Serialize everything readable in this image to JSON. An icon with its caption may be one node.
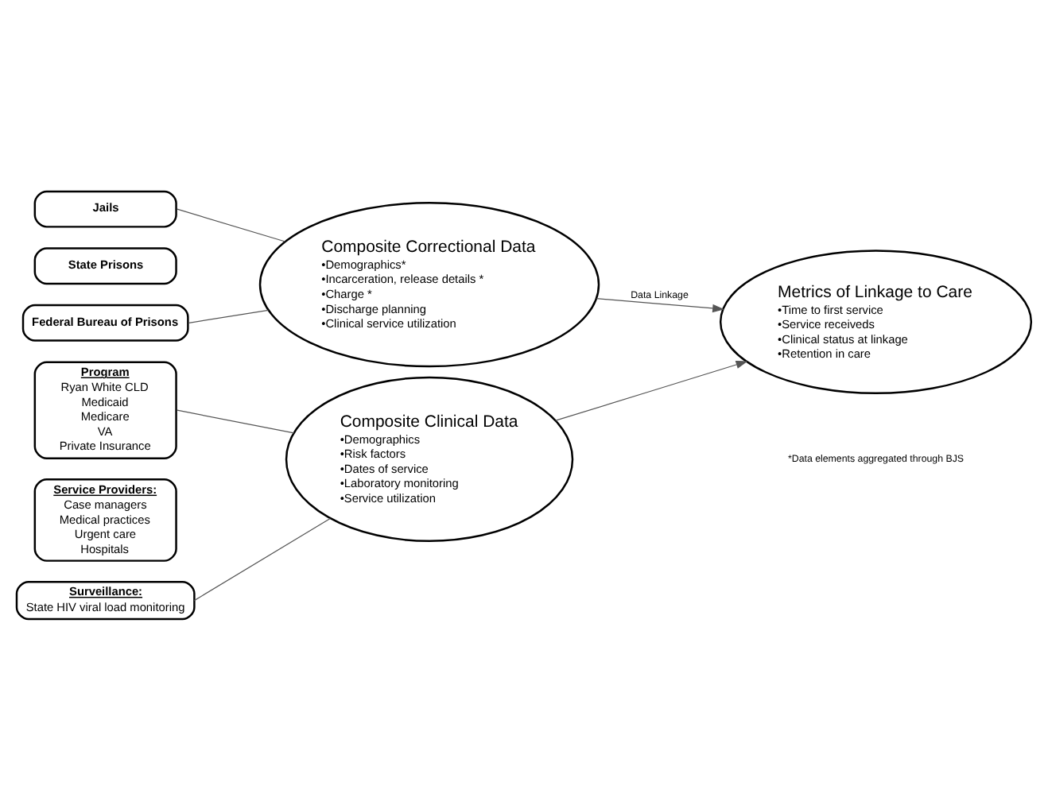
{
  "diagram": {
    "nodes": [
      {
        "text": [
          "Jails"
        ]
      },
      {
        "text": [
          "State Prisons"
        ]
      },
      {
        "text": [
          "Federal Bureau of Prisons"
        ]
      },
      {
        "text": [
          "Composite Correctional Data",
          "•Demographics*",
          "•Incarceration, release details *",
          "•Charge *",
          "•Discharge planning",
          "•Clinical service utilization"
        ]
      },
      {
        "text": [
          "Program",
          "Ryan White CLD",
          "Medicaid",
          "Medicare",
          "VA",
          "Private Insurance"
        ]
      },
      {
        "text": [
          "Service Providers:",
          "Case managers",
          "Medical practices",
          "Urgent care",
          "Hospitals"
        ]
      },
      {
        "text": [
          "Surveillance:",
          "State HIV viral load monitoring"
        ]
      },
      {
        "text": [
          "Composite Clinical Data",
          "•Demographics",
          "•Risk factors",
          "•Dates of service",
          "•Laboratory monitoring",
          "•Service utilization"
        ]
      },
      {
        "text": [
          "Metrics of Linkage to Care",
          "•Time to first service",
          "•Service receiveds",
          "•Clinical status at linkage",
          "•Retention in care"
        ]
      }
    ],
    "edges": [
      {
        "from": 0,
        "to": 3,
        "arrow": "none"
      },
      {
        "from": 2,
        "to": 3,
        "arrow": "none"
      },
      {
        "from": 4,
        "to": 7,
        "arrow": "none"
      },
      {
        "from": 6,
        "to": 7,
        "arrow": "none"
      },
      {
        "from": 3,
        "to": 8,
        "arrow": "to",
        "label": "Data Linkage"
      },
      {
        "from": 7,
        "to": 8,
        "arrow": "to"
      }
    ],
    "labels": [
      "*Data elements aggregated through BJS"
    ]
  }
}
